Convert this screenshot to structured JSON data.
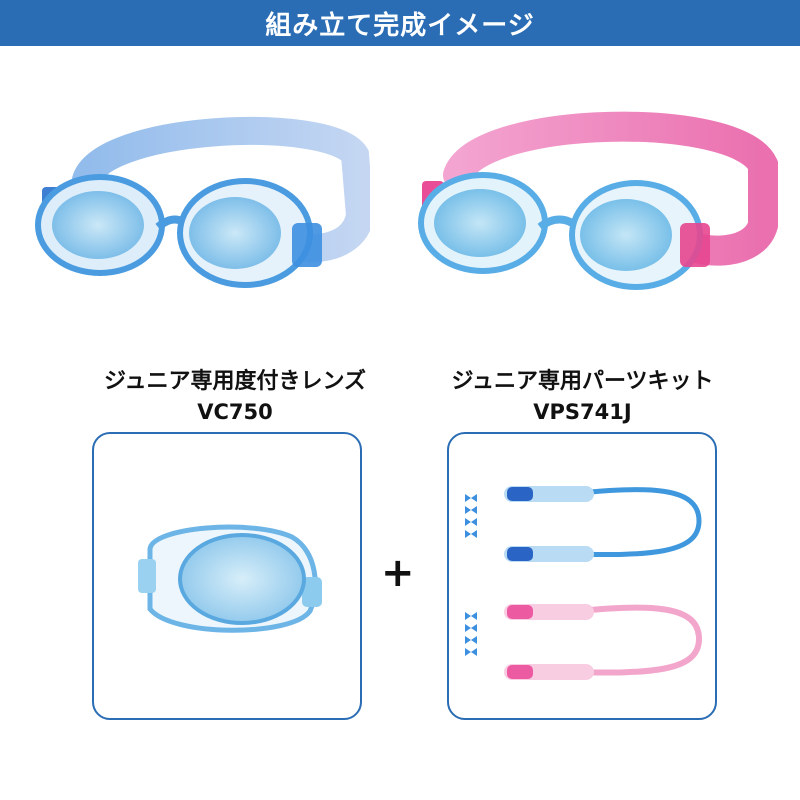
{
  "header": {
    "title": "組み立て完成イメージ"
  },
  "products": [
    {
      "name": "ジュニア専用度付きレンズ",
      "code": "VC750"
    },
    {
      "name": "ジュニア専用パーツキット",
      "code": "VPS741J"
    }
  ],
  "plus_symbol": "+",
  "colors": {
    "header_bg": "#2a6db4",
    "box_border": "#2a6db4",
    "blue_strap": "#8ab4e6",
    "pink_strap": "#f08cbd",
    "lens": "#a9d6ee"
  },
  "icons": [
    "blue-goggles-image",
    "pink-goggles-image",
    "lens-image",
    "blue-strap-kit-image",
    "pink-strap-kit-image"
  ]
}
